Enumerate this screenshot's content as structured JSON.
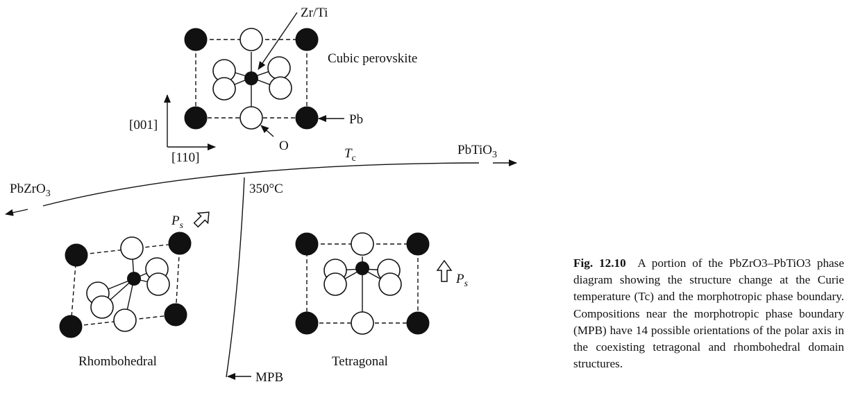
{
  "figure": {
    "labels": {
      "zr_ti": "Zr/Ti",
      "cubic": "Cubic perovskite",
      "pb": "Pb",
      "o": "O",
      "dir_001": "[001]",
      "dir_110": "[110]",
      "tc_main": "T",
      "tc_sub": "c",
      "pbtio3_main": "PbTiO",
      "pbtio3_sub": "3",
      "pbzro3_main": "PbZrO",
      "pbzro3_sub": "3",
      "temp": "350°C",
      "ps_main": "P",
      "ps_sub": "s",
      "rhombohedral": "Rhombohedral",
      "tetragonal": "Tetragonal",
      "mpb": "MPB"
    }
  },
  "caption": {
    "fig_number": "Fig. 12.10",
    "text": "A portion of the PbZrO3–PbTiO3 phase diagram showing the structure change at the Curie temperature (Tc) and the morphotropic phase boundary. Compositions near the morphotropic phase boundary (MPB) have 14 possible orientations of the polar axis in the coexisting tetragonal and rhombohedral domain structures."
  }
}
